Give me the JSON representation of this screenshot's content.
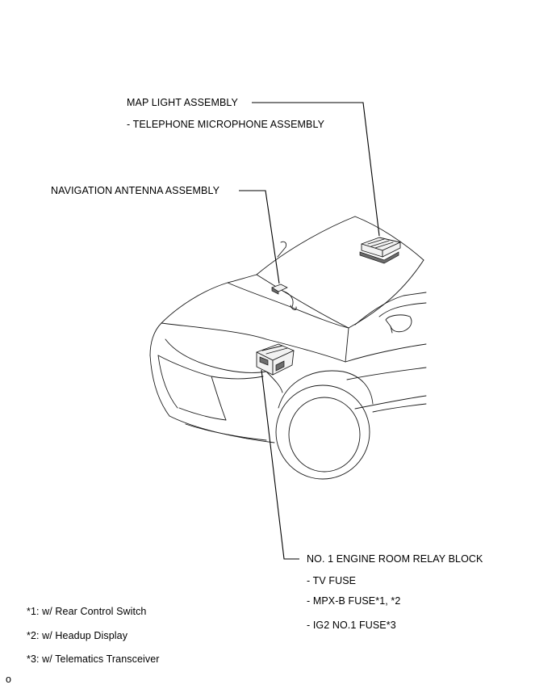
{
  "labels": {
    "map_light": "MAP LIGHT ASSEMBLY",
    "telephone_mic": "- TELEPHONE MICROPHONE ASSEMBLY",
    "nav_antenna": "NAVIGATION ANTENNA ASSEMBLY",
    "relay_block": "NO. 1 ENGINE ROOM RELAY BLOCK",
    "tv_fuse": "- TV FUSE",
    "mpx_fuse": "- MPX-B FUSE*1, *2",
    "ig2_fuse": "- IG2 NO.1 FUSE*3"
  },
  "notes": [
    "*1: w/ Rear Control Switch",
    "*2: w/ Headup Display",
    "*3: w/ Telematics Transceiver"
  ],
  "corner_mark": "o"
}
